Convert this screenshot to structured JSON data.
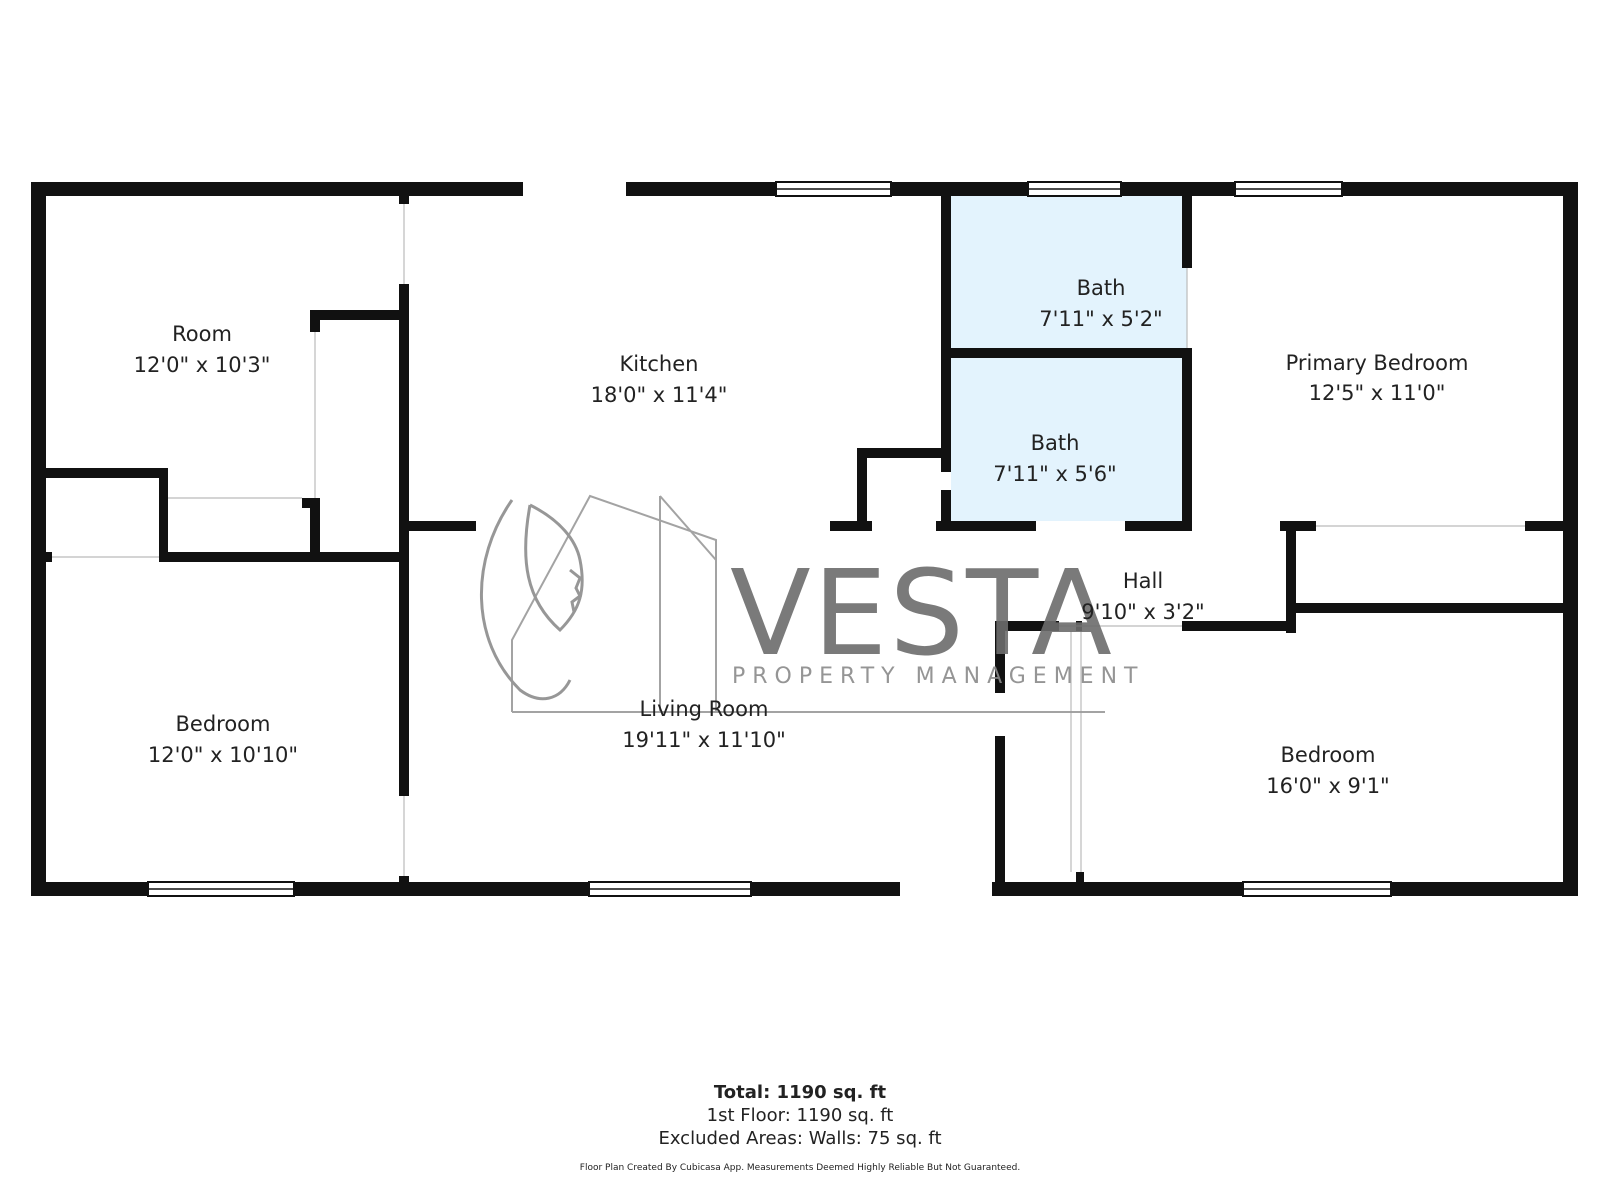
{
  "rooms": [
    {
      "name": "Room",
      "dims": "12'0\" x 10'3\""
    },
    {
      "name": "Kitchen",
      "dims": "18'0\" x 11'4\""
    },
    {
      "name": "Bath",
      "dims": "7'11\" x 5'2\""
    },
    {
      "name": "Bath",
      "dims": "7'11\" x 5'6\""
    },
    {
      "name": "Primary Bedroom",
      "dims": "12'5\" x 11'0\""
    },
    {
      "name": "Hall",
      "dims": "9'10\" x 3'2\""
    },
    {
      "name": "Bedroom",
      "dims": "12'0\" x 10'10\""
    },
    {
      "name": "Living Room",
      "dims": "19'11\" x 11'10\""
    },
    {
      "name": "Bedroom",
      "dims": "16'0\" x 9'1\""
    }
  ],
  "watermark": {
    "title": "VESTA",
    "subtitle": "PROPERTY MANAGEMENT"
  },
  "footer": {
    "total": "Total: 1190 sq. ft",
    "first_floor": "1st Floor: 1190 sq. ft",
    "excluded": "Excluded Areas: Walls: 75 sq. ft",
    "credit": "Floor Plan Created By Cubicasa App. Measurements Deemed Highly Reliable But Not Guaranteed."
  },
  "colors": {
    "wall": "#111111",
    "bath_fill": "#e3f3fd",
    "background": "#ffffff",
    "watermark": "#6c6c6c"
  }
}
